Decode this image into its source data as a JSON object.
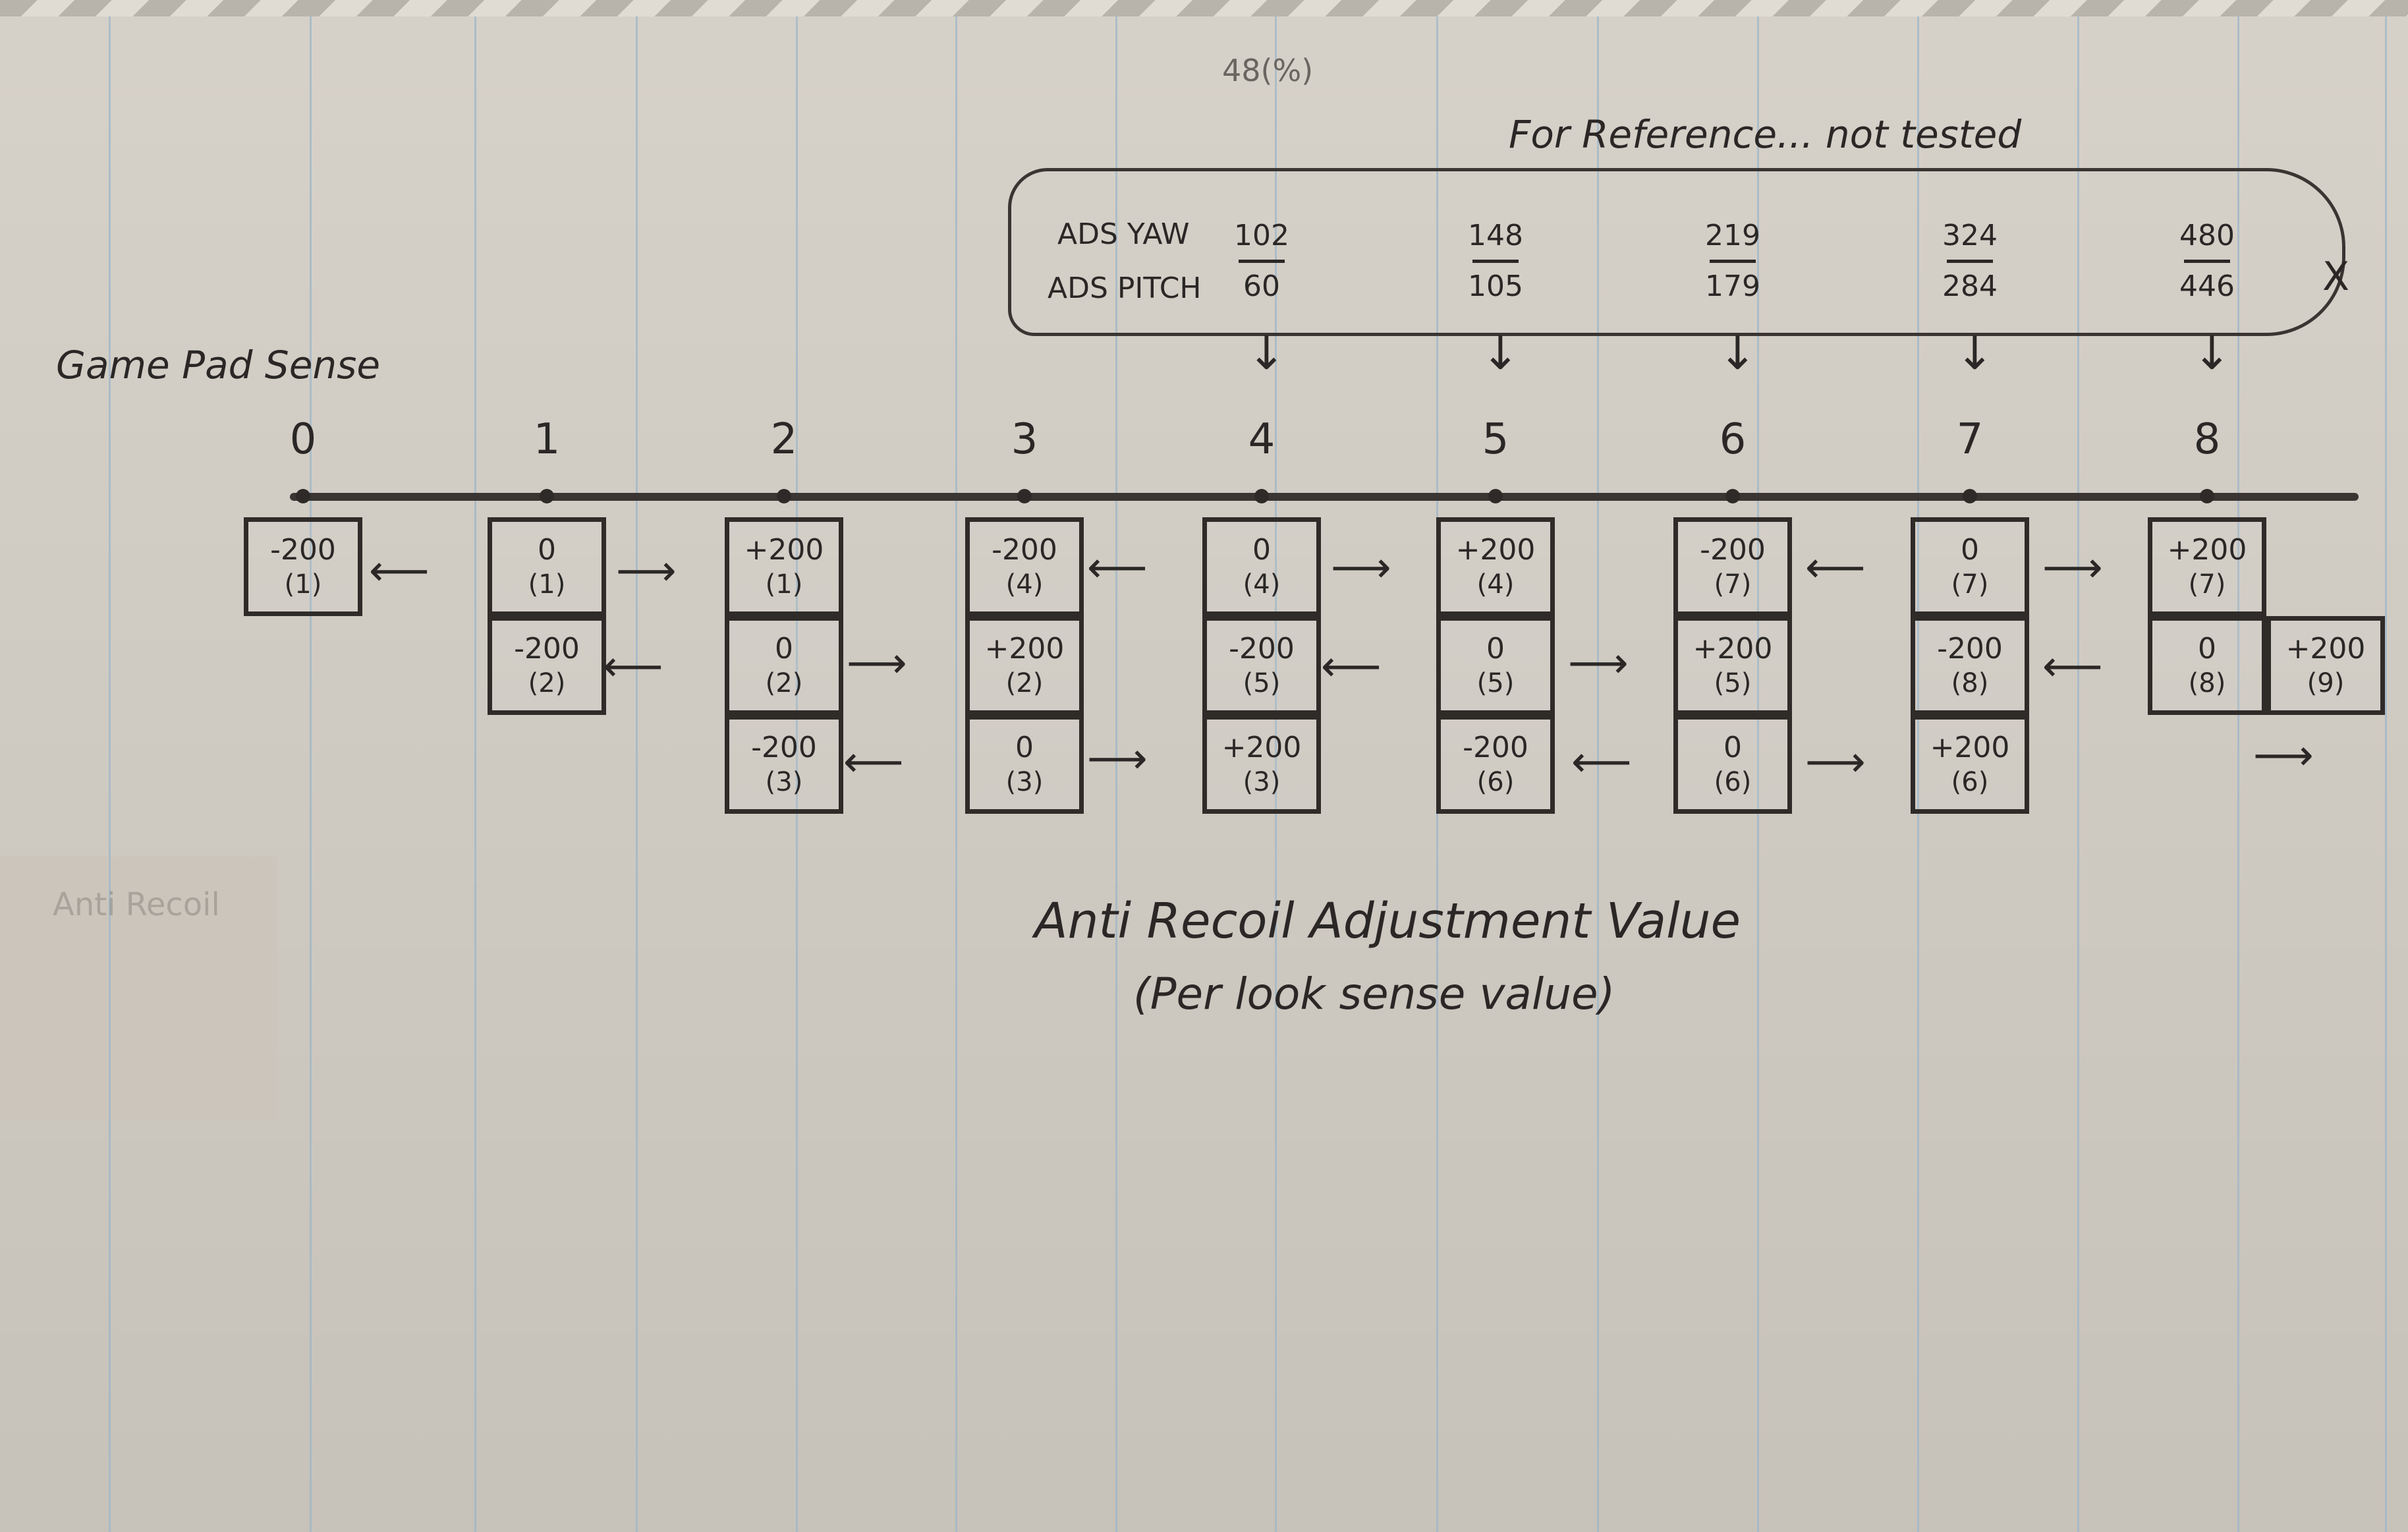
{
  "header": {
    "top_note": "48(%)",
    "reference_note": "For Reference... not tested",
    "ads_yaw_label": "ADS YAW",
    "ads_pitch_label": "ADS PITCH",
    "close_mark": "X"
  },
  "reference_columns": [
    {
      "yaw": "102",
      "pitch": "60"
    },
    {
      "yaw": "148",
      "pitch": "105"
    },
    {
      "yaw": "219",
      "pitch": "179"
    },
    {
      "yaw": "324",
      "pitch": "284"
    },
    {
      "yaw": "480",
      "pitch": "446"
    }
  ],
  "axis": {
    "label": "Game Pad Sense",
    "ticks": [
      "0",
      "1",
      "2",
      "3",
      "4",
      "5",
      "6",
      "7",
      "8"
    ]
  },
  "columns": [
    {
      "cells": [
        {
          "value": "-200",
          "index": "(1)"
        }
      ]
    },
    {
      "cells": [
        {
          "value": "0",
          "index": "(1)"
        },
        {
          "value": "-200",
          "index": "(2)"
        }
      ]
    },
    {
      "cells": [
        {
          "value": "+200",
          "index": "(1)"
        },
        {
          "value": "0",
          "index": "(2)"
        },
        {
          "value": "-200",
          "index": "(3)"
        }
      ]
    },
    {
      "cells": [
        {
          "value": "-200",
          "index": "(4)"
        },
        {
          "value": "+200",
          "index": "(2)"
        },
        {
          "value": "0",
          "index": "(3)"
        }
      ]
    },
    {
      "cells": [
        {
          "value": "0",
          "index": "(4)"
        },
        {
          "value": "-200",
          "index": "(5)"
        },
        {
          "value": "+200",
          "index": "(3)"
        }
      ]
    },
    {
      "cells": [
        {
          "value": "+200",
          "index": "(4)"
        },
        {
          "value": "0",
          "index": "(5)"
        },
        {
          "value": "-200",
          "index": "(6)"
        }
      ]
    },
    {
      "cells": [
        {
          "value": "-200",
          "index": "(7)"
        },
        {
          "value": "+200",
          "index": "(5)"
        },
        {
          "value": "0",
          "index": "(6)"
        }
      ]
    },
    {
      "cells": [
        {
          "value": "0",
          "index": "(7)"
        },
        {
          "value": "-200",
          "index": "(8)"
        },
        {
          "value": "+200",
          "index": "(6)"
        }
      ]
    },
    {
      "cells": [
        {
          "value": "+200",
          "index": "(7)"
        },
        {
          "value": "0",
          "index": "(8)"
        }
      ]
    }
  ],
  "overflow_cell": {
    "value": "+200",
    "index": "(9)"
  },
  "footer": {
    "title": "Anti Recoil Adjustment Value",
    "subtitle": "(Per look sense value)",
    "faint_text": "Anti Recoil"
  },
  "arrow_glyphs": {
    "left": "⟵",
    "right": "⟶",
    "down": "↓"
  }
}
